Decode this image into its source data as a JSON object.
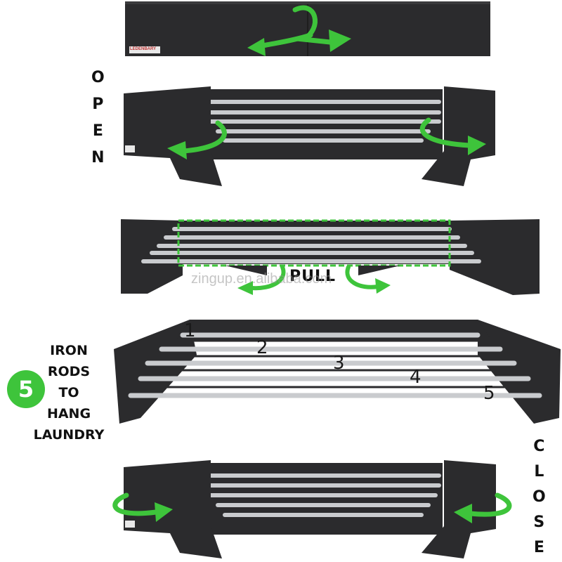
{
  "labels": {
    "open_letters": [
      "O",
      "P",
      "E",
      "N"
    ],
    "close_letters": [
      "C",
      "L",
      "O",
      "S",
      "E"
    ],
    "pull": "PULL",
    "badge_number": "5",
    "feature_lines": [
      "IRON",
      "RODS",
      "TO",
      "HANG",
      "LAUNDRY"
    ],
    "rod_numbers": [
      "1",
      "2",
      "3",
      "4",
      "5"
    ],
    "brand": "LEDENBARY",
    "watermark": "zingup.en.alibaba.com"
  },
  "colors": {
    "accent_green": "#3ec43b",
    "frame": "#2b2b2d",
    "rod": "#c9cbce",
    "text": "#111111"
  }
}
